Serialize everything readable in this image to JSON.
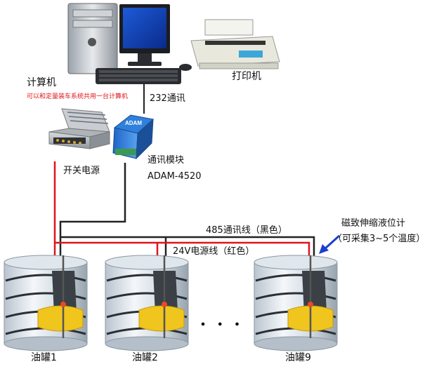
{
  "labels": {
    "computer": "计算机",
    "computer_note": "可以和定量装车系统共用一台计算机",
    "printer": "打印机",
    "comm_232": "232通讯",
    "power_supply": "开关电源",
    "module_name": "通讯模块",
    "module_model": "ADAM-4520",
    "bus_485": "485通讯线（黑色）",
    "power_24v": "24V电源线（红色）",
    "sensor_line1": "磁致伸缩液位计",
    "sensor_line2": "（可采集3~5个温度）",
    "tank1": "油罐1",
    "tank2": "油罐2",
    "tank9": "油罐9",
    "ellipsis": "・ ・ ・",
    "adam_logo": "ADAM"
  },
  "colors": {
    "bus_black": "#222222",
    "power_red": "#e0141c",
    "note_red": "#e0141c",
    "arrow_blue": "#1a3fd0"
  }
}
